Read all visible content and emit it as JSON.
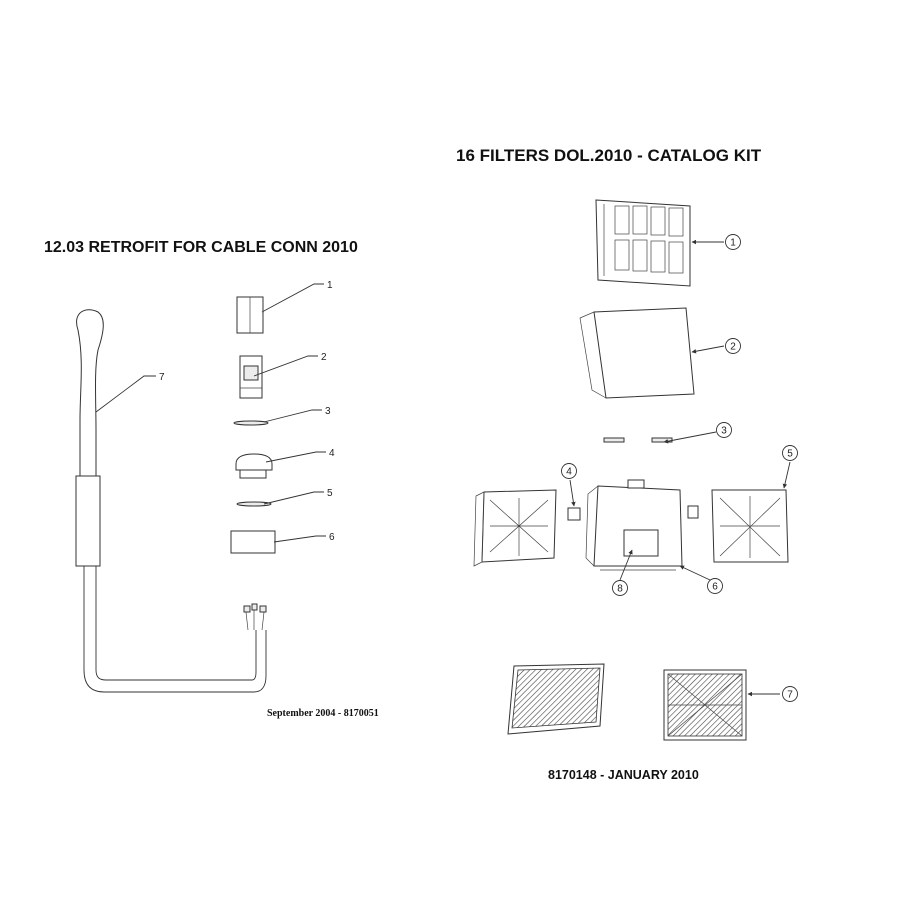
{
  "left_diagram": {
    "title": "12.03  RETROFIT FOR CABLE CONN 2010",
    "footer": "September 2004 - 8170051",
    "callouts": [
      "1",
      "2",
      "3",
      "4",
      "5",
      "6",
      "7"
    ]
  },
  "right_diagram": {
    "title": "16  FILTERS DOL.2010 - CATALOG KIT",
    "footer": "8170148 - JANUARY 2010",
    "callouts": [
      "1",
      "2",
      "3",
      "4",
      "5",
      "6",
      "7",
      "8"
    ]
  }
}
